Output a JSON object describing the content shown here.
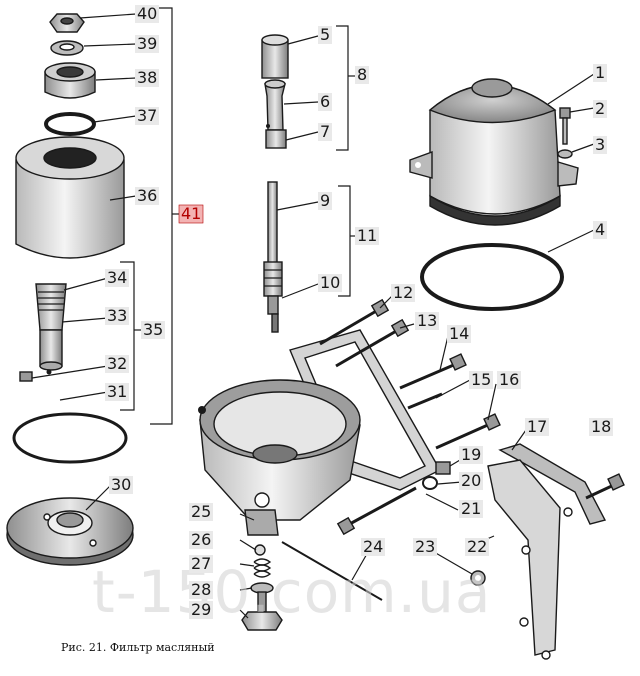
{
  "caption": "Рис. 21. Фильтр масляный",
  "watermark": "t-150.com.ua",
  "highlight_label": "41",
  "colors": {
    "highlight": "#b30000",
    "highlight_bg": "#f3b3b3",
    "label_bg": "#e9e9e9"
  },
  "callouts": [
    "1",
    "2",
    "3",
    "4",
    "5",
    "6",
    "7",
    "8",
    "9",
    "10",
    "11",
    "12",
    "13",
    "14",
    "15",
    "16",
    "17",
    "18",
    "19",
    "20",
    "21",
    "22",
    "23",
    "24",
    "25",
    "26",
    "27",
    "28",
    "29",
    "30",
    "31",
    "32",
    "33",
    "34",
    "35",
    "36",
    "37",
    "38",
    "39",
    "40",
    "41"
  ]
}
